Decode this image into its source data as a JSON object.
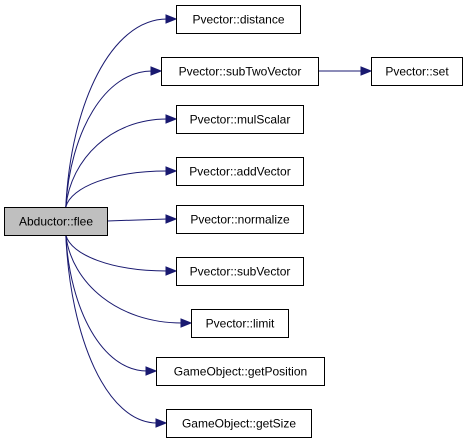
{
  "graph": {
    "root": {
      "id": "flee",
      "label": "Abductor::flee"
    },
    "callees": [
      {
        "id": "distance",
        "label": "Pvector::distance"
      },
      {
        "id": "subTwoVector",
        "label": "Pvector::subTwoVector"
      },
      {
        "id": "set",
        "label": "Pvector::set"
      },
      {
        "id": "mulScalar",
        "label": "Pvector::mulScalar"
      },
      {
        "id": "addVector",
        "label": "Pvector::addVector"
      },
      {
        "id": "normalize",
        "label": "Pvector::normalize"
      },
      {
        "id": "subVector",
        "label": "Pvector::subVector"
      },
      {
        "id": "limit",
        "label": "Pvector::limit"
      },
      {
        "id": "getPosition",
        "label": "GameObject::getPosition"
      },
      {
        "id": "getSize",
        "label": "GameObject::getSize"
      }
    ],
    "edges": [
      [
        "flee",
        "distance"
      ],
      [
        "flee",
        "subTwoVector"
      ],
      [
        "subTwoVector",
        "set"
      ],
      [
        "flee",
        "mulScalar"
      ],
      [
        "flee",
        "addVector"
      ],
      [
        "flee",
        "normalize"
      ],
      [
        "flee",
        "subVector"
      ],
      [
        "flee",
        "limit"
      ],
      [
        "flee",
        "getPosition"
      ],
      [
        "flee",
        "getSize"
      ]
    ],
    "colors": {
      "edge": "#191970",
      "node_border": "#000000",
      "root_fill": "#bfbfbf",
      "node_fill": "#ffffff"
    }
  }
}
